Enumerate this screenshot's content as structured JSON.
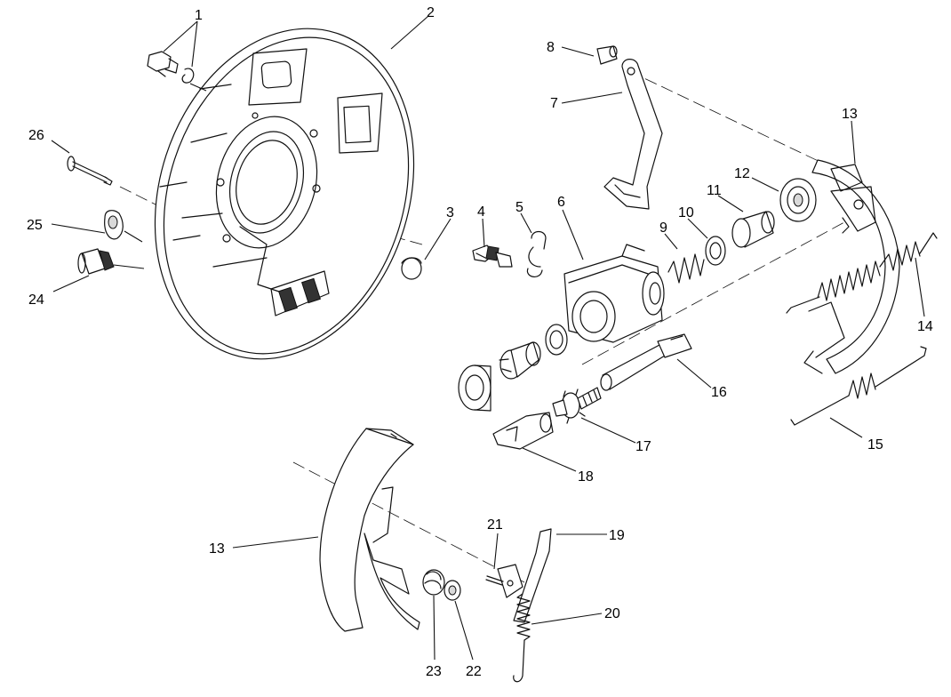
{
  "diagram": {
    "background": "#ffffff",
    "line_color": "#111111",
    "callouts": [
      {
        "id": "c1",
        "text": "1"
      },
      {
        "id": "c2",
        "text": "2"
      },
      {
        "id": "c3",
        "text": "3"
      },
      {
        "id": "c4",
        "text": "4"
      },
      {
        "id": "c5",
        "text": "5"
      },
      {
        "id": "c6",
        "text": "6"
      },
      {
        "id": "c7",
        "text": "7"
      },
      {
        "id": "c8",
        "text": "8"
      },
      {
        "id": "c9",
        "text": "9"
      },
      {
        "id": "c10",
        "text": "10"
      },
      {
        "id": "c11",
        "text": "11"
      },
      {
        "id": "c12",
        "text": "12"
      },
      {
        "id": "c13a",
        "text": "13"
      },
      {
        "id": "c13b",
        "text": "13"
      },
      {
        "id": "c14",
        "text": "14"
      },
      {
        "id": "c15",
        "text": "15"
      },
      {
        "id": "c16",
        "text": "16"
      },
      {
        "id": "c17",
        "text": "17"
      },
      {
        "id": "c18",
        "text": "18"
      },
      {
        "id": "c19",
        "text": "19"
      },
      {
        "id": "c20",
        "text": "20"
      },
      {
        "id": "c21",
        "text": "21"
      },
      {
        "id": "c22",
        "text": "22"
      },
      {
        "id": "c23",
        "text": "23"
      },
      {
        "id": "c24",
        "text": "24"
      },
      {
        "id": "c25",
        "text": "25"
      },
      {
        "id": "c26",
        "text": "26"
      }
    ]
  }
}
